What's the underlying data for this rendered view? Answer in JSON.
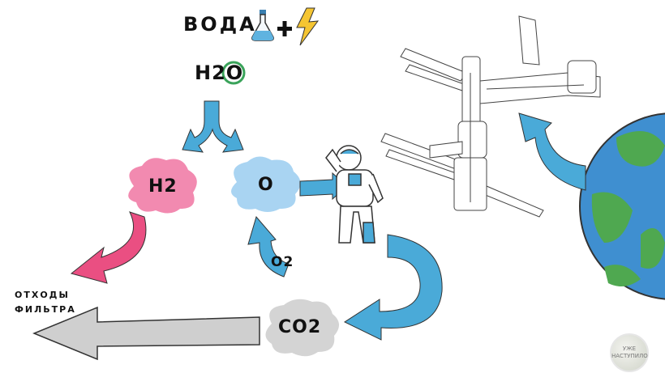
{
  "top": {
    "water_label": "ВОДА",
    "plus": "+",
    "formula": "H2O"
  },
  "clouds": {
    "h2": "H2",
    "o": "O",
    "co2": "CO2"
  },
  "arrow_labels": {
    "o2": "O2"
  },
  "waste": {
    "line1": "ОТХОДЫ",
    "line2": "ФИЛЬТРА"
  },
  "watermark": {
    "line1": "УЖЕ",
    "line2": "НАСТУПИЛО"
  },
  "colors": {
    "blue": "#4aaad8",
    "pink": "#ea4f82",
    "gray": "#cfcfcf",
    "green": "#3aa35a",
    "earth_blue": "#3f8fd0"
  }
}
